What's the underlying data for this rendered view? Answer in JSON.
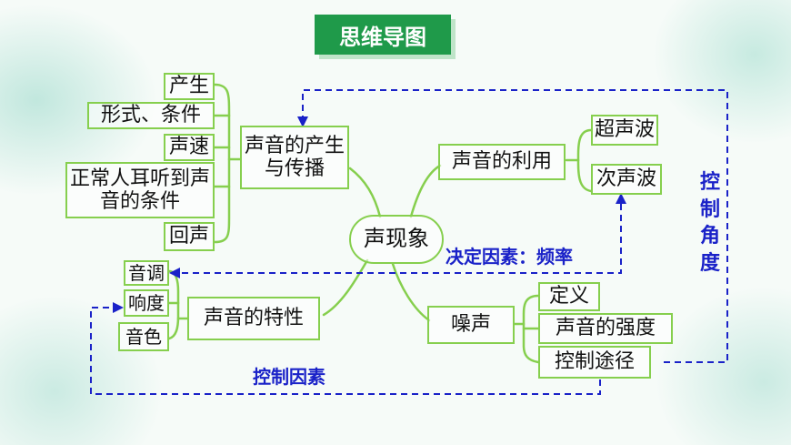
{
  "title": "思维导图",
  "center": "声现象",
  "branches": {
    "propagation": {
      "label": "声音的产生与传播",
      "items": [
        "产生",
        "形式、条件",
        "声速",
        "正常人耳听到声音的条件",
        "回声"
      ]
    },
    "use": {
      "label": "声音的利用",
      "items": [
        "超声波",
        "次声波"
      ]
    },
    "property": {
      "label": "声音的特性",
      "items": [
        "音调",
        "响度",
        "音色"
      ]
    },
    "noise": {
      "label": "噪声",
      "items": [
        "定义",
        "声音的强度",
        "控制途径"
      ]
    }
  },
  "notes": {
    "decide": "决定因素：频率",
    "control_factor": "控制因素",
    "control_angle": "控制角度"
  },
  "colors": {
    "title_bg": "#1f9a4a",
    "line": "#86cf4e",
    "accent": "#1a22c8"
  }
}
